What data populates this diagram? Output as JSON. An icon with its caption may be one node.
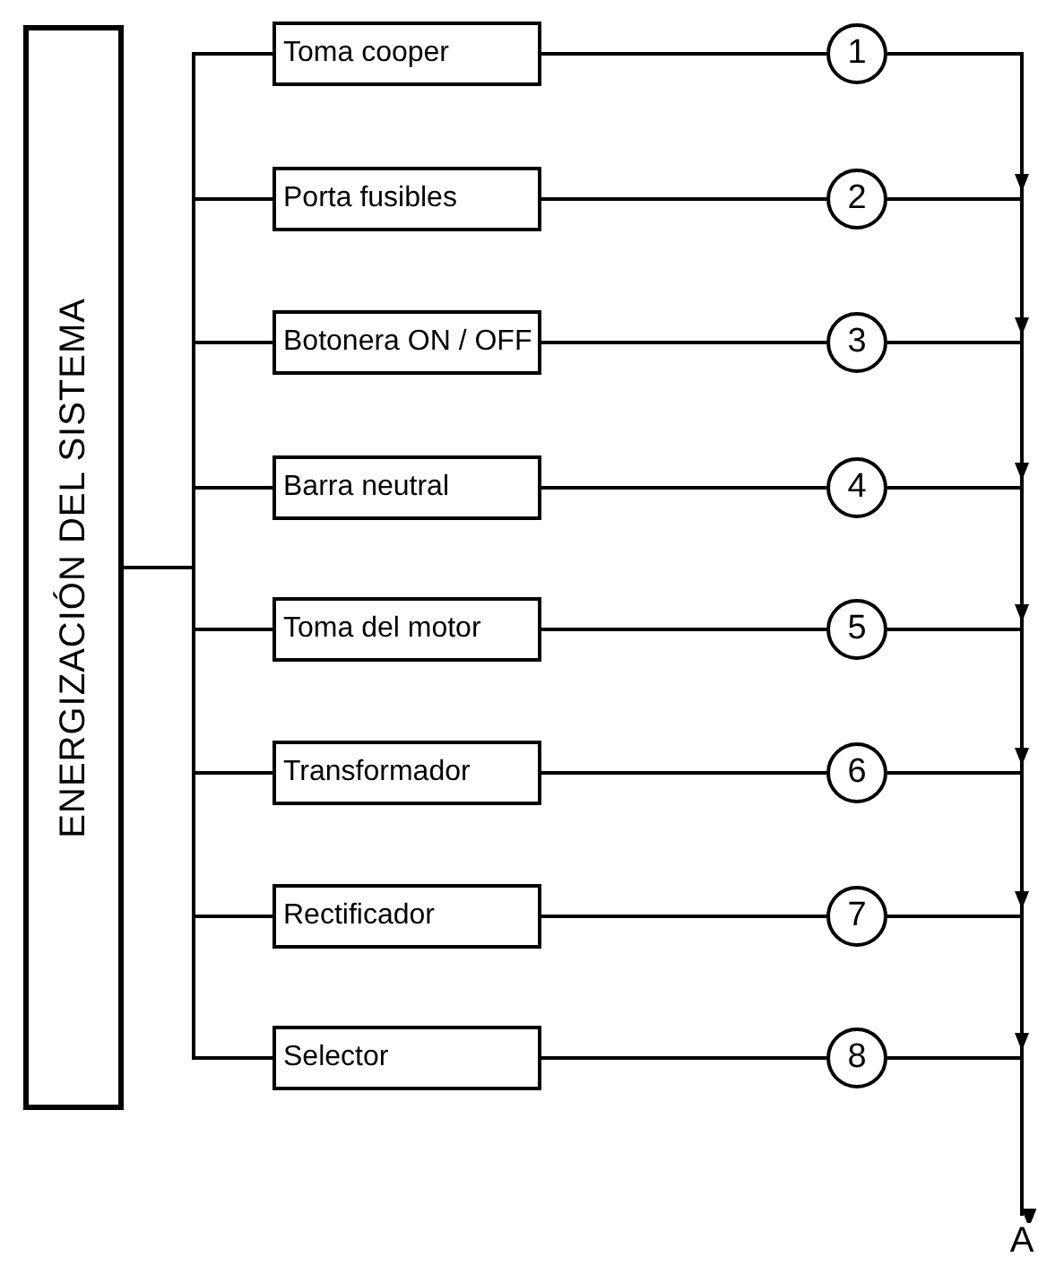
{
  "diagram": {
    "nodes": [
      {
        "text": [
          "ENERGIZACIÓN DEL SISTEMA"
        ]
      },
      {
        "text": [
          "Toma cooper"
        ]
      },
      {
        "text": [
          "Porta fusibles"
        ]
      },
      {
        "text": [
          "Botonera ON / OFF"
        ]
      },
      {
        "text": [
          "Barra neutral"
        ]
      },
      {
        "text": [
          "Toma del motor"
        ]
      },
      {
        "text": [
          "Transformador"
        ]
      },
      {
        "text": [
          "Rectificador"
        ]
      },
      {
        "text": [
          "Selector"
        ]
      },
      {
        "text": [
          "1"
        ]
      },
      {
        "text": [
          "2"
        ]
      },
      {
        "text": [
          "3"
        ]
      },
      {
        "text": [
          "4"
        ]
      },
      {
        "text": [
          "5"
        ]
      },
      {
        "text": [
          "6"
        ]
      },
      {
        "text": [
          "7"
        ]
      },
      {
        "text": [
          "8"
        ]
      },
      {
        "text": [
          "A"
        ]
      }
    ],
    "edges": [
      {
        "from": 0,
        "to": 1,
        "arrow": "none"
      },
      {
        "from": 0,
        "to": 2,
        "arrow": "none"
      },
      {
        "from": 0,
        "to": 3,
        "arrow": "none"
      },
      {
        "from": 0,
        "to": 4,
        "arrow": "none"
      },
      {
        "from": 0,
        "to": 5,
        "arrow": "none"
      },
      {
        "from": 0,
        "to": 6,
        "arrow": "none"
      },
      {
        "from": 0,
        "to": 7,
        "arrow": "none"
      },
      {
        "from": 0,
        "to": 8,
        "arrow": "none"
      },
      {
        "from": 1,
        "to": 9,
        "arrow": "none"
      },
      {
        "from": 2,
        "to": 10,
        "arrow": "none"
      },
      {
        "from": 3,
        "to": 11,
        "arrow": "none"
      },
      {
        "from": 4,
        "to": 12,
        "arrow": "none"
      },
      {
        "from": 5,
        "to": 13,
        "arrow": "none"
      },
      {
        "from": 6,
        "to": 14,
        "arrow": "none"
      },
      {
        "from": 7,
        "to": 15,
        "arrow": "none"
      },
      {
        "from": 8,
        "to": 16,
        "arrow": "none"
      },
      {
        "from": 9,
        "to": 17,
        "arrow": "to"
      },
      {
        "from": 10,
        "to": 17,
        "arrow": "to"
      },
      {
        "from": 11,
        "to": 17,
        "arrow": "to"
      },
      {
        "from": 12,
        "to": 17,
        "arrow": "to"
      },
      {
        "from": 13,
        "to": 17,
        "arrow": "to"
      },
      {
        "from": 14,
        "to": 17,
        "arrow": "to"
      },
      {
        "from": 15,
        "to": 17,
        "arrow": "to"
      },
      {
        "from": 16,
        "to": 17,
        "arrow": "to"
      }
    ]
  }
}
